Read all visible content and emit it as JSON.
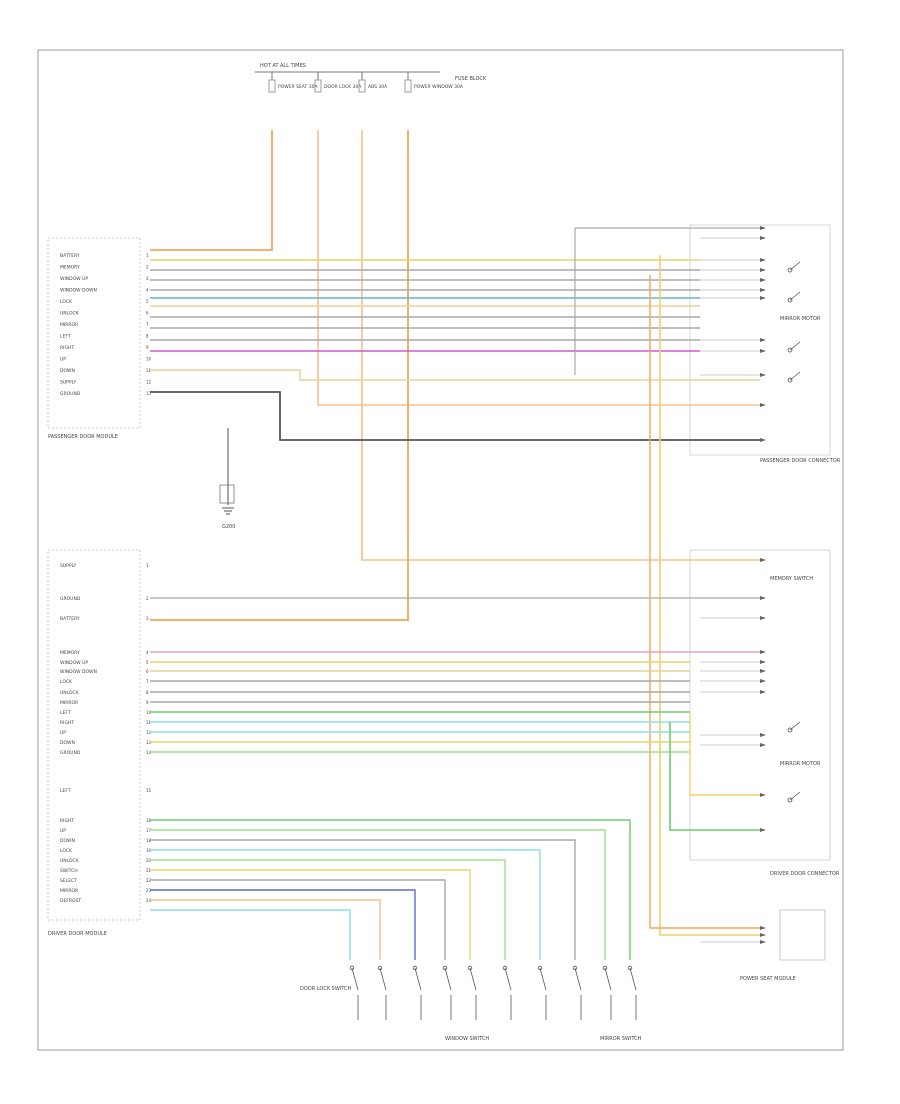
{
  "footer_code": "",
  "fuse_block": {
    "title": "HOT AT ALL TIMES",
    "fuses": [
      {
        "label": "POWER SEAT 30A"
      },
      {
        "label": "DOOR LOCK 30A"
      },
      {
        "label": "ABS 30A"
      },
      {
        "label": "POWER WINDOW 30A"
      }
    ],
    "side_note": "FUSE BLOCK"
  },
  "colors": {
    "orange": "#f2a65a",
    "lt_orange": "#f7c08a",
    "tan": "#e8d29a",
    "yellow": "#ecd46a",
    "gray": "#a9a9a9",
    "dark": "#555555",
    "teal": "#5fb8c8",
    "pink": "#e98cc0",
    "magenta": "#d25ad0",
    "green": "#6ccf6c",
    "lt_green": "#9ee08a",
    "cyan": "#8ae0e8",
    "blue": "#5a6fd6",
    "violet": "#b497d6"
  },
  "upper_module": {
    "name": "PASSENGER DOOR MODULE",
    "pins": [
      "BATTERY",
      "MEMORY",
      "WINDOW UP",
      "WINDOW DOWN",
      "LOCK",
      "UNLOCK",
      "MIRROR",
      "LEFT",
      "RIGHT",
      "UP",
      "DOWN",
      "SUPPLY",
      "GROUND"
    ]
  },
  "lower_module": {
    "name": "DRIVER DOOR MODULE",
    "pins": [
      "SUPPLY",
      "GROUND",
      "BATTERY",
      "MEMORY",
      "WINDOW UP",
      "WINDOW DOWN",
      "LOCK",
      "UNLOCK",
      "MIRROR",
      "LEFT",
      "RIGHT",
      "UP",
      "DOWN",
      "GROUND",
      "LEFT",
      "RIGHT",
      "UP",
      "DOWN",
      "LOCK",
      "UNLOCK",
      "SWITCH",
      "SELECT",
      "MIRROR",
      "DEFROST"
    ]
  },
  "ground": {
    "label": "G200"
  },
  "right_labels": {
    "upper_connector": "PASSENGER DOOR CONNECTOR",
    "lower_connector": "DRIVER DOOR CONNECTOR",
    "seat_module": "POWER SEAT MODULE",
    "memory_switch": "MEMORY SWITCH",
    "mirror_upper": "MIRROR MOTOR",
    "mirror_lower": "MIRROR MOTOR"
  },
  "bottom_labels": {
    "left_switch": "DOOR LOCK SWITCH",
    "right_switch": "WINDOW SWITCH",
    "mirror_switch": "MIRROR SWITCH"
  }
}
